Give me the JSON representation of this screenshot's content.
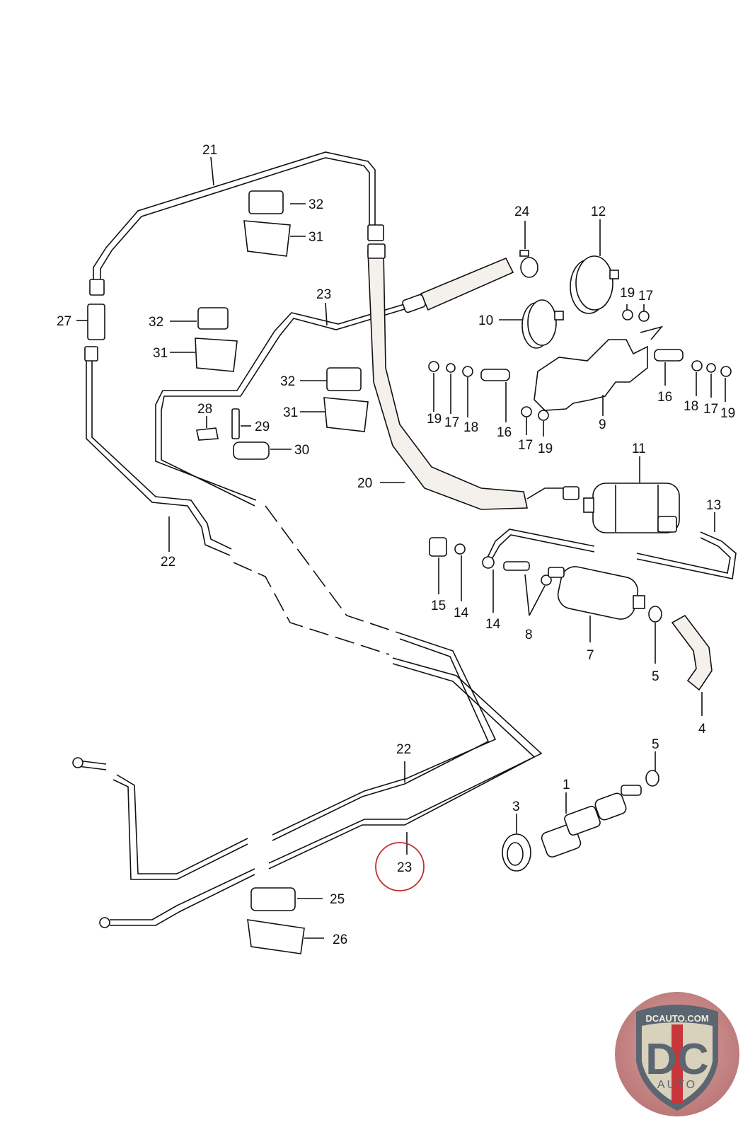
{
  "diagram": {
    "title": "Fuel lines, fuel pump and filter — exploded parts diagram",
    "highlighted_part": "23",
    "highlight_color": "#c0302c",
    "callouts": [
      {
        "id": "c21",
        "label": "21"
      },
      {
        "id": "c32a",
        "label": "32"
      },
      {
        "id": "c31a",
        "label": "31"
      },
      {
        "id": "c27",
        "label": "27"
      },
      {
        "id": "c32b",
        "label": "32"
      },
      {
        "id": "c31b",
        "label": "31"
      },
      {
        "id": "c23a",
        "label": "23"
      },
      {
        "id": "c32c",
        "label": "32"
      },
      {
        "id": "c31c",
        "label": "31"
      },
      {
        "id": "c28",
        "label": "28"
      },
      {
        "id": "c29",
        "label": "29"
      },
      {
        "id": "c30",
        "label": "30"
      },
      {
        "id": "c24",
        "label": "24"
      },
      {
        "id": "c12",
        "label": "12"
      },
      {
        "id": "c10",
        "label": "10"
      },
      {
        "id": "c19a",
        "label": "19"
      },
      {
        "id": "c17a",
        "label": "17"
      },
      {
        "id": "c19b",
        "label": "19"
      },
      {
        "id": "c17b",
        "label": "17"
      },
      {
        "id": "c18a",
        "label": "18"
      },
      {
        "id": "c16a",
        "label": "16"
      },
      {
        "id": "c17c",
        "label": "17"
      },
      {
        "id": "c19c",
        "label": "19"
      },
      {
        "id": "c9",
        "label": "9"
      },
      {
        "id": "c16b",
        "label": "16"
      },
      {
        "id": "c18b",
        "label": "18"
      },
      {
        "id": "c17d",
        "label": "17"
      },
      {
        "id": "c19d",
        "label": "19"
      },
      {
        "id": "c20",
        "label": "20"
      },
      {
        "id": "c11",
        "label": "11"
      },
      {
        "id": "c13",
        "label": "13"
      },
      {
        "id": "c22a",
        "label": "22"
      },
      {
        "id": "c15",
        "label": "15"
      },
      {
        "id": "c14a",
        "label": "14"
      },
      {
        "id": "c14b",
        "label": "14"
      },
      {
        "id": "c8",
        "label": "8"
      },
      {
        "id": "c7",
        "label": "7"
      },
      {
        "id": "c5a",
        "label": "5"
      },
      {
        "id": "c4",
        "label": "4"
      },
      {
        "id": "c22b",
        "label": "22"
      },
      {
        "id": "c5b",
        "label": "5"
      },
      {
        "id": "c1",
        "label": "1"
      },
      {
        "id": "c3",
        "label": "3"
      },
      {
        "id": "c23b",
        "label": "23"
      },
      {
        "id": "c25",
        "label": "25"
      },
      {
        "id": "c26",
        "label": "26"
      }
    ]
  },
  "logo": {
    "site": "DCAUTO.COM",
    "mark": "DC",
    "sub": "AUTO",
    "colors": {
      "circle": "#c98b8b",
      "shield": "#d8d2bd",
      "shield_edge": "#5c6670",
      "letters": "#5c6670",
      "stripe": "#c8363a"
    }
  }
}
